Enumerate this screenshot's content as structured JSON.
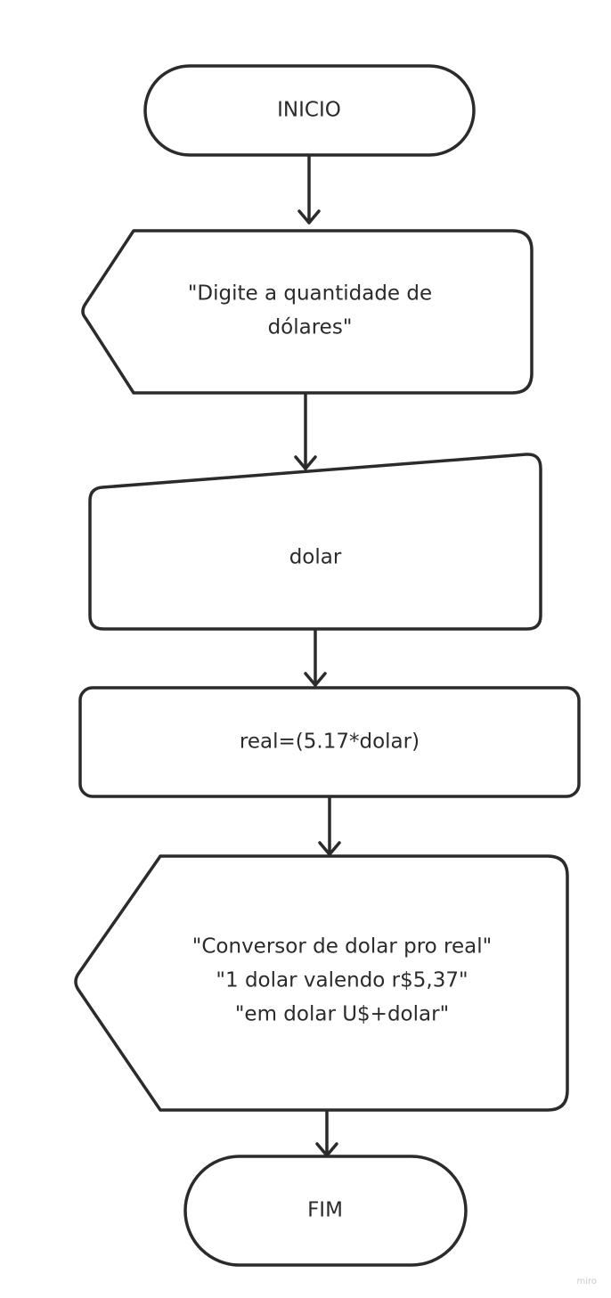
{
  "diagram": {
    "nodes": {
      "start": {
        "type": "terminal",
        "lines": [
          "INICIO"
        ]
      },
      "prompt": {
        "type": "display",
        "lines": [
          "\"Digite a quantidade de",
          "dólares\""
        ]
      },
      "input": {
        "type": "manual-input",
        "lines": [
          "dolar"
        ]
      },
      "process": {
        "type": "process",
        "lines": [
          "real=(5.17*dolar)"
        ]
      },
      "output": {
        "type": "display",
        "lines": [
          "\"Conversor de dolar pro real\"",
          "\"1 dolar valendo r$5,37\"",
          "\"em dolar U$+dolar\""
        ]
      },
      "end": {
        "type": "terminal",
        "lines": [
          "FIM"
        ]
      }
    },
    "edges": [
      {
        "from": "start",
        "to": "prompt"
      },
      {
        "from": "prompt",
        "to": "input"
      },
      {
        "from": "input",
        "to": "process"
      },
      {
        "from": "process",
        "to": "output"
      },
      {
        "from": "output",
        "to": "end"
      }
    ]
  },
  "watermark": "miro"
}
